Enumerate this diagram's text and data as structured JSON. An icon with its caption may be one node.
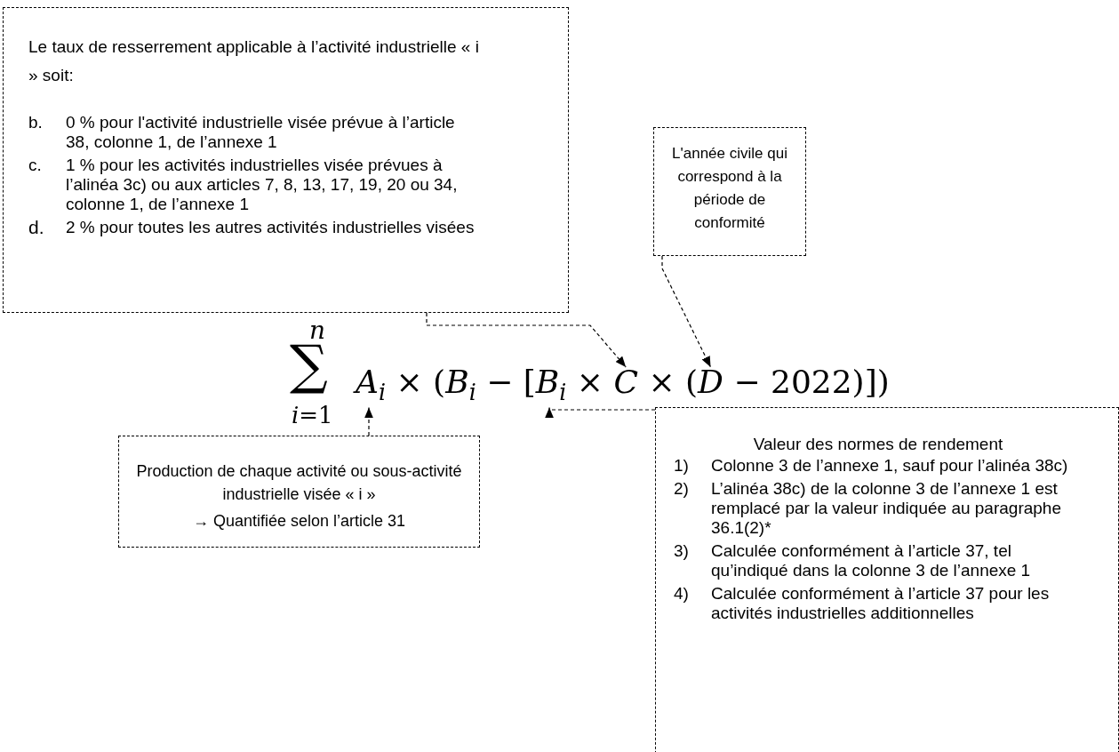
{
  "diagram": {
    "nodes": [
      {
        "text": [
          "Le taux de resserrement applicable à l’activité industrielle « i » soit:",
          "b.",
          "0 % pour l'activité industrielle visée prévue à l’article 38, colonne 1, de l’annexe 1",
          "c.",
          "1 % pour les activités industrielles visée prévues à l’alinéa 3c) ou aux articles 7, 8, 13, 17, 19, 20 ou 34, colonne 1, de l’annexe 1",
          "d.",
          "2 % pour toutes les autres activités industrielles visées"
        ]
      },
      {
        "text": [
          "L'année civile qui correspond à la période de conformité"
        ]
      },
      {
        "text": [
          "Production de chaque activité ou sous-activité industrielle visée « i »",
          "→ Quantifiée selon l’article 31"
        ]
      },
      {
        "text": [
          "Valeur des normes de rendement",
          "1)",
          "Colonne 3 de l’annexe 1, sauf pour l’alinéa 38c)",
          "2)",
          "L’alinéa 38c) de la colonne 3 de l’annexe 1 est remplacé par la valeur indiquée au paragraphe 36.1(2)*",
          "3)",
          "Calculée conformément à l’article 37, tel qu’indiqué dans la colonne 3 de l’annexe 1",
          "4)",
          "Calculée conformément à l’article 37 pour les activités industrielles additionnelles"
        ]
      },
      {
        "text": [
          "*n*",
          "∑",
          "*i*=1",
          "*A*$_{i}$ × (*B*$_{i}$ − [*B*$_{i}$ × *C* × (*D* − 2022)])"
        ]
      }
    ],
    "edges": [
      {
        "from": 0,
        "to": 4,
        "arrow": "to",
        "style": "dashed"
      },
      {
        "from": 1,
        "to": 4,
        "arrow": "to",
        "style": "dashed"
      },
      {
        "from": 2,
        "to": 4,
        "arrow": "to",
        "style": "dashed"
      },
      {
        "from": 3,
        "to": 4,
        "arrow": "to",
        "style": "dashed"
      }
    ]
  }
}
